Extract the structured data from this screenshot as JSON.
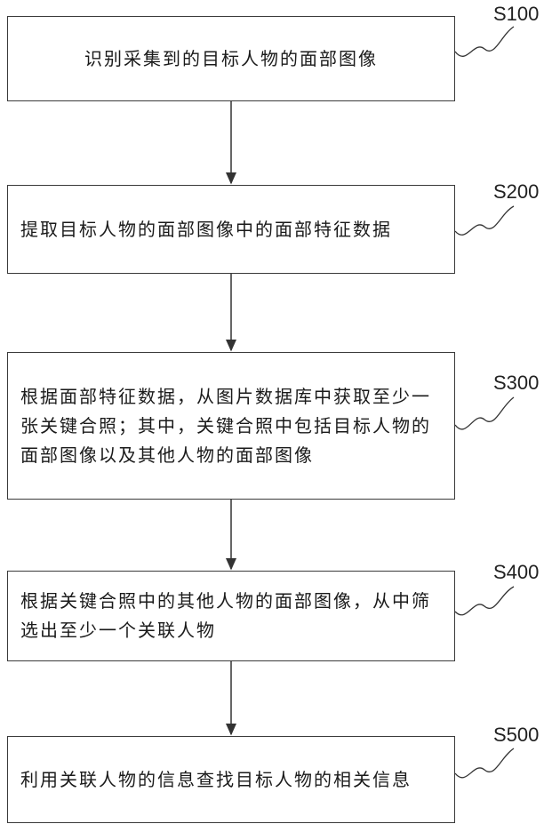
{
  "steps": [
    {
      "id": "S100",
      "text": "识别采集到的目标人物的面部图像"
    },
    {
      "id": "S200",
      "text": "提取目标人物的面部图像中的面部特征数据"
    },
    {
      "id": "S300",
      "text": "根据面部特征数据，从图片数据库中获取至少一张关键合照；其中，关键合照中包括目标人物的面部图像以及其他人物的面部图像"
    },
    {
      "id": "S400",
      "text": "根据关键合照中的其他人物的面部图像，从中筛选出至少一个关联人物"
    },
    {
      "id": "S500",
      "text": "利用关联人物的信息查找目标人物的相关信息"
    }
  ]
}
